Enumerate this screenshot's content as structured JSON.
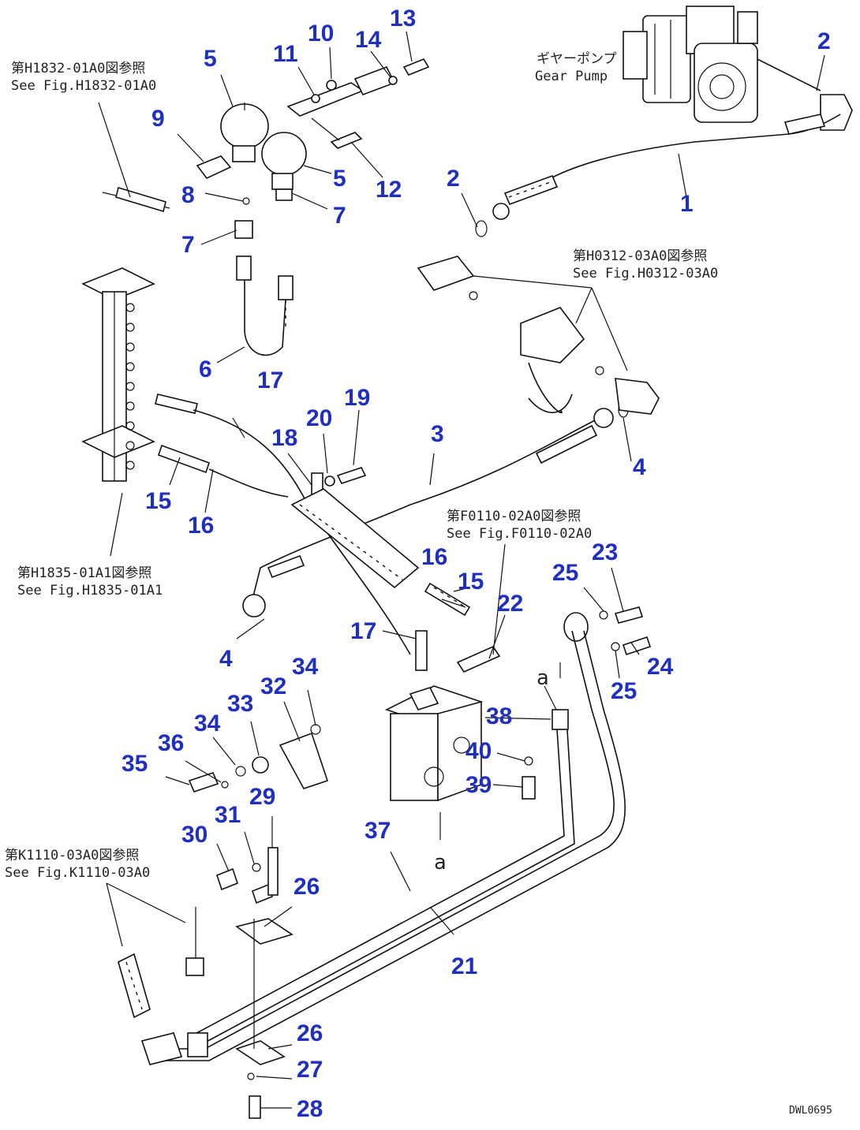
{
  "callouts": [
    {
      "id": "c1",
      "text": "1"
    },
    {
      "id": "c2a",
      "text": "2"
    },
    {
      "id": "c2b",
      "text": "2"
    },
    {
      "id": "c3",
      "text": "3"
    },
    {
      "id": "c4a",
      "text": "4"
    },
    {
      "id": "c4b",
      "text": "4"
    },
    {
      "id": "c5a",
      "text": "5"
    },
    {
      "id": "c5b",
      "text": "5"
    },
    {
      "id": "c6",
      "text": "6"
    },
    {
      "id": "c7a",
      "text": "7"
    },
    {
      "id": "c7b",
      "text": "7"
    },
    {
      "id": "c8",
      "text": "8"
    },
    {
      "id": "c9",
      "text": "9"
    },
    {
      "id": "c10",
      "text": "10"
    },
    {
      "id": "c11",
      "text": "11"
    },
    {
      "id": "c12",
      "text": "12"
    },
    {
      "id": "c13",
      "text": "13"
    },
    {
      "id": "c14",
      "text": "14"
    },
    {
      "id": "c15a",
      "text": "15"
    },
    {
      "id": "c15b",
      "text": "15"
    },
    {
      "id": "c16a",
      "text": "16"
    },
    {
      "id": "c16b",
      "text": "16"
    },
    {
      "id": "c17a",
      "text": "17"
    },
    {
      "id": "c17b",
      "text": "17"
    },
    {
      "id": "c18",
      "text": "18"
    },
    {
      "id": "c19",
      "text": "19"
    },
    {
      "id": "c20",
      "text": "20"
    },
    {
      "id": "c21",
      "text": "21"
    },
    {
      "id": "c22",
      "text": "22"
    },
    {
      "id": "c23",
      "text": "23"
    },
    {
      "id": "c24",
      "text": "24"
    },
    {
      "id": "c25a",
      "text": "25"
    },
    {
      "id": "c25b",
      "text": "25"
    },
    {
      "id": "c26a",
      "text": "26"
    },
    {
      "id": "c26b",
      "text": "26"
    },
    {
      "id": "c27",
      "text": "27"
    },
    {
      "id": "c28",
      "text": "28"
    },
    {
      "id": "c29",
      "text": "29"
    },
    {
      "id": "c30",
      "text": "30"
    },
    {
      "id": "c31",
      "text": "31"
    },
    {
      "id": "c32",
      "text": "32"
    },
    {
      "id": "c33",
      "text": "33"
    },
    {
      "id": "c34a",
      "text": "34"
    },
    {
      "id": "c34b",
      "text": "34"
    },
    {
      "id": "c35",
      "text": "35"
    },
    {
      "id": "c36",
      "text": "36"
    },
    {
      "id": "c37",
      "text": "37"
    },
    {
      "id": "c38",
      "text": "38"
    },
    {
      "id": "c39",
      "text": "39"
    },
    {
      "id": "c40",
      "text": "40"
    }
  ],
  "references": {
    "gear_pump_jp": "ギヤーポンプ",
    "gear_pump_en": "Gear Pump",
    "h1832_jp": "第H1832-01A0図参照",
    "h1832_en": "See Fig.H1832-01A0",
    "h0312_jp": "第H0312-03A0図参照",
    "h0312_en": "See Fig.H0312-03A0",
    "h1835_jp": "第H1835-01A1図参照",
    "h1835_en": "See Fig.H1835-01A1",
    "f0110_jp": "第F0110-02A0図参照",
    "f0110_en": "See Fig.F0110-02A0",
    "k1110_jp": "第K1110-03A0図参照",
    "k1110_en": "See Fig.K1110-03A0"
  },
  "view_markers": {
    "a_top": "a",
    "a_bottom": "a"
  },
  "drawing_code": "DWL0695",
  "colors": {
    "callout": "#1f2fbf",
    "line": "#111111"
  }
}
